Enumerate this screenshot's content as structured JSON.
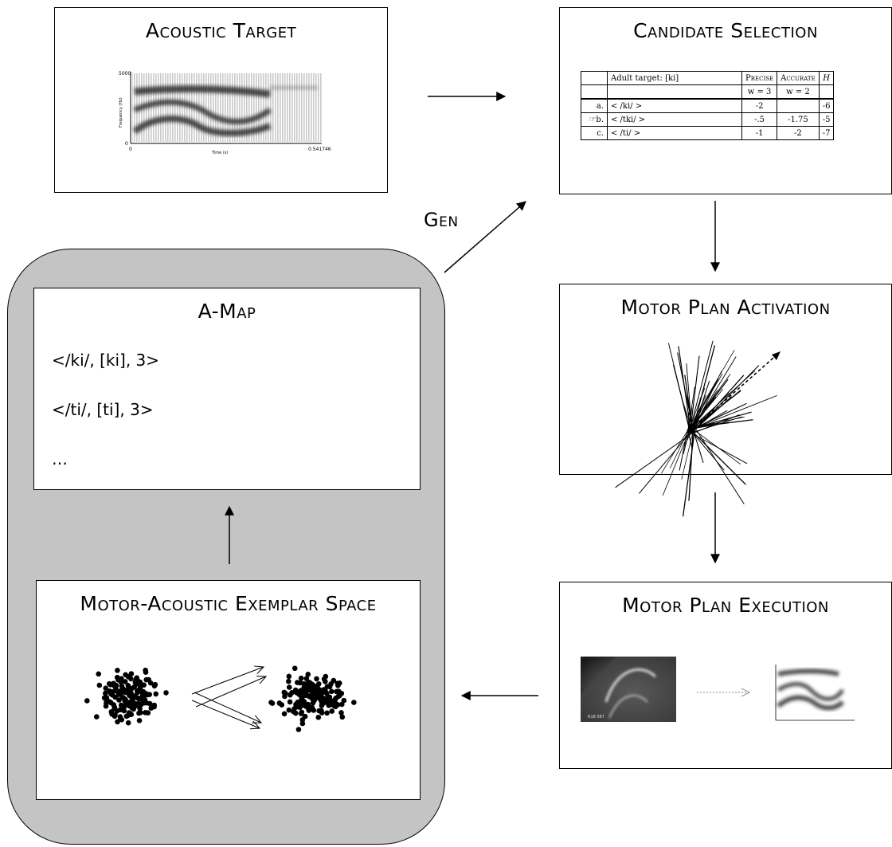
{
  "boxes": {
    "acoustic_target": {
      "title": "Acoustic Target"
    },
    "candidate_selection": {
      "title": "Candidate Selection"
    },
    "motor_plan_activation": {
      "title": "Motor Plan Activation"
    },
    "motor_plan_execution": {
      "title": "Motor Plan Execution"
    },
    "a_map": {
      "title": "A-Map",
      "entries": [
        "</ki/, [ki], 3>",
        "</ti/, [ti], 3>",
        "…"
      ]
    },
    "exemplar_space": {
      "title": "Motor-Acoustic Exemplar Space"
    }
  },
  "gen_label": "Gen",
  "spectrogram": {
    "y_top": "5000",
    "y_bottom": "0",
    "y_label": "Frequency (Hz)",
    "x_left": "0",
    "x_right": "0.541746",
    "x_label": "Time (s)"
  },
  "tableau": {
    "header": [
      "",
      "Adult target: [ki]",
      "Precise",
      "Accurate",
      "H"
    ],
    "weights": [
      "",
      "",
      "w = 3",
      "w = 2",
      ""
    ],
    "rows": [
      {
        "label": "a.",
        "candidate": "< /ki/ >",
        "precise": "-2",
        "accurate": "",
        "h": "-6"
      },
      {
        "label": "☞b.",
        "candidate": "< /tki/ >",
        "precise": "-.5",
        "accurate": "-1.75",
        "h": "-5"
      },
      {
        "label": "c.",
        "candidate": "< /ti/ >",
        "precise": "-1",
        "accurate": "-2",
        "h": "-7"
      }
    ]
  },
  "ultrasound_caption": "R18 087",
  "colors": {
    "grey_region": "#c4c4c4",
    "border": "#000000"
  }
}
